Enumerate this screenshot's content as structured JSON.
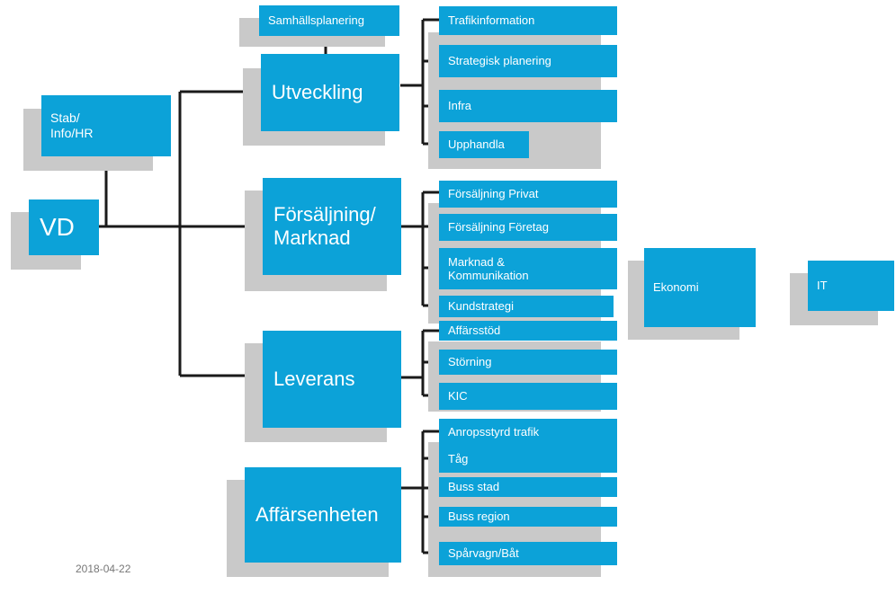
{
  "colors": {
    "box": "#0ca2d8",
    "shadow": "#c9c9c9",
    "line": "#1a1a1a"
  },
  "org": {
    "vd": "VD",
    "stab": "Stab/\nInfo/HR",
    "samhall": "Samhällsplanering",
    "utveckling": "Utveckling",
    "forsaljning": "Försäljning/\nMarknad",
    "leverans": "Leverans",
    "affarsenheten": "Affärsenheten",
    "ekonomi": "Ekonomi",
    "it": "IT",
    "utveckling_units": [
      "Trafikinformation",
      "Strategisk planering",
      "Infra",
      "Upphandla"
    ],
    "forsaljning_units": [
      "Försäljning Privat",
      "Försäljning Företag",
      "Marknad &\nKommunikation",
      "Kundstrategi"
    ],
    "leverans_units": [
      "Affärsstöd",
      "Störning",
      "KIC"
    ],
    "affarsenheten_units": [
      "Anropsstyrd trafik",
      "Tåg",
      "Buss stad",
      "Buss region",
      "Spårvagn/Båt"
    ]
  },
  "footer": {
    "date": "2018-04-22"
  }
}
